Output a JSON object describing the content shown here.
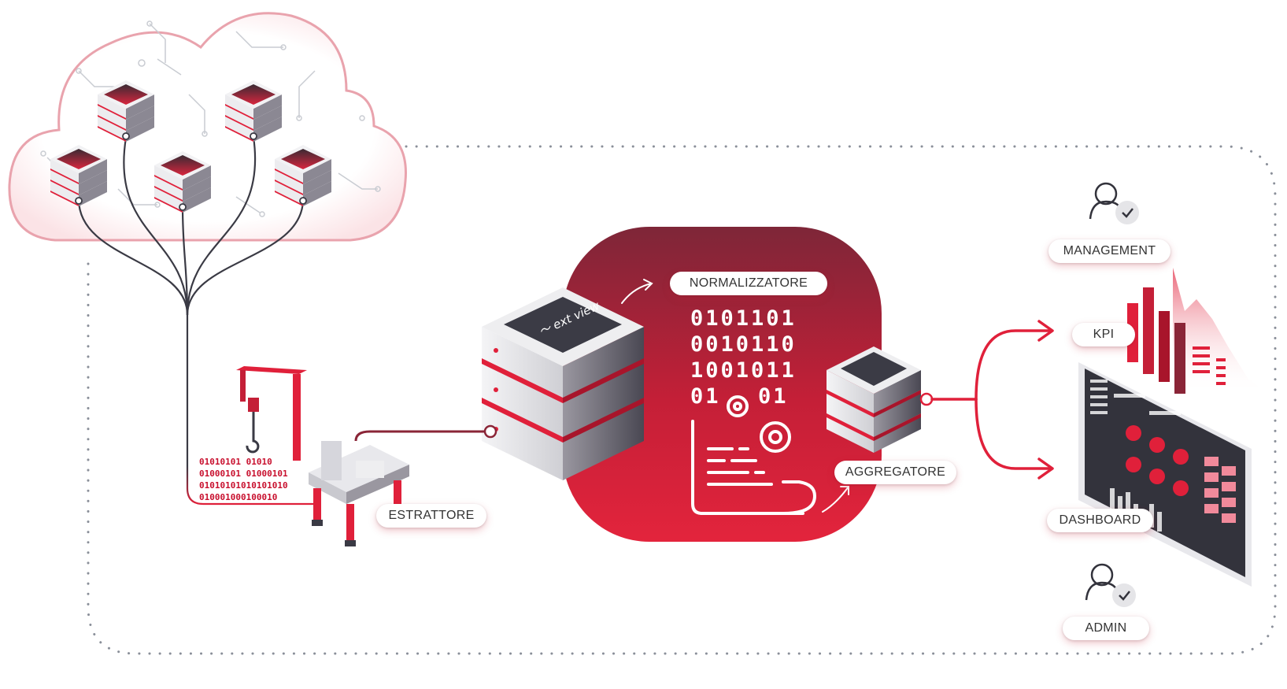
{
  "labels": {
    "estrattore": "ESTRATTORE",
    "normalizzatore": "NORMALIZZATORE",
    "aggregatore": "AGGREGATORE",
    "management": "MANAGEMENT",
    "kpi": "KPI",
    "dashboard": "DASHBOARD",
    "admin": "ADMIN"
  },
  "binary_lines": [
    "0101101",
    "0010110",
    "1001011",
    "01",
    "01"
  ],
  "stream_lines": [
    "01010101 01010",
    "01000101 01000101",
    "01010101010101010",
    "010001000100010"
  ],
  "logo_text": "Next view",
  "colors": {
    "accent": "#e0203a",
    "dark_red": "#8a2537",
    "server_grey": "#6d6a73",
    "line": "#3a3a44",
    "dots": "#8a8f99"
  }
}
